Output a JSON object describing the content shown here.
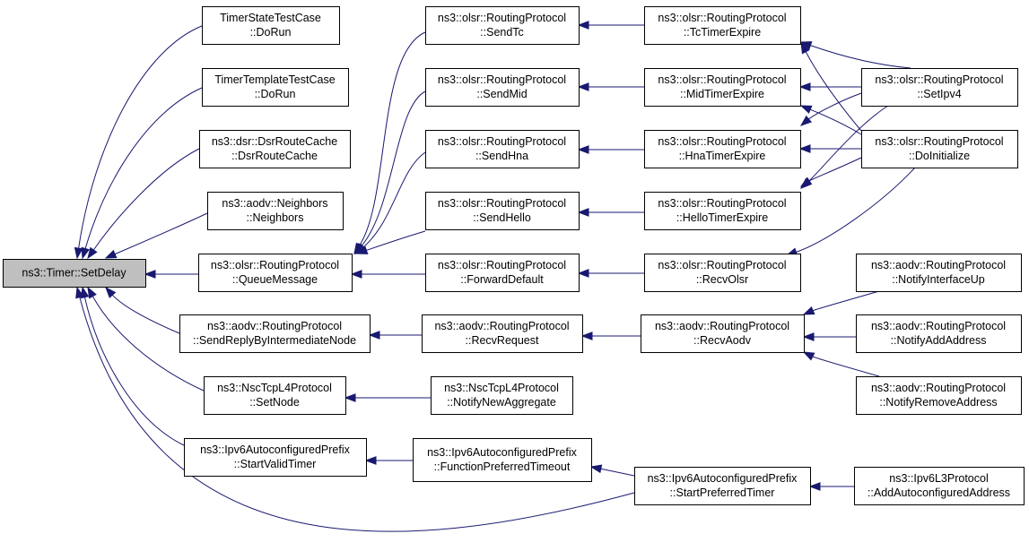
{
  "graph": {
    "edge_color": "#191970",
    "root_fill": "#bfbfbf",
    "nodes": [
      {
        "id": "root",
        "lines": [
          "ns3::Timer::SetDelay"
        ]
      },
      {
        "id": "n1",
        "lines": [
          "TimerStateTestCase",
          "::DoRun"
        ]
      },
      {
        "id": "n2",
        "lines": [
          "TimerTemplateTestCase",
          "::DoRun"
        ]
      },
      {
        "id": "n3",
        "lines": [
          "ns3::dsr::DsrRouteCache",
          "::DsrRouteCache"
        ]
      },
      {
        "id": "n4",
        "lines": [
          "ns3::aodv::Neighbors",
          "::Neighbors"
        ]
      },
      {
        "id": "n5",
        "lines": [
          "ns3::olsr::RoutingProtocol",
          "::QueueMessage"
        ]
      },
      {
        "id": "n6",
        "lines": [
          "ns3::aodv::RoutingProtocol",
          "::SendReplyByIntermediateNode"
        ]
      },
      {
        "id": "n7",
        "lines": [
          "ns3::NscTcpL4Protocol",
          "::SetNode"
        ]
      },
      {
        "id": "n8",
        "lines": [
          "ns3::Ipv6AutoconfiguredPrefix",
          "::StartValidTimer"
        ]
      },
      {
        "id": "n9",
        "lines": [
          "ns3::olsr::RoutingProtocol",
          "::SendTc"
        ]
      },
      {
        "id": "n10",
        "lines": [
          "ns3::olsr::RoutingProtocol",
          "::SendMid"
        ]
      },
      {
        "id": "n11",
        "lines": [
          "ns3::olsr::RoutingProtocol",
          "::SendHna"
        ]
      },
      {
        "id": "n12",
        "lines": [
          "ns3::olsr::RoutingProtocol",
          "::SendHello"
        ]
      },
      {
        "id": "n13",
        "lines": [
          "ns3::olsr::RoutingProtocol",
          "::ForwardDefault"
        ]
      },
      {
        "id": "n14",
        "lines": [
          "ns3::aodv::RoutingProtocol",
          "::RecvRequest"
        ]
      },
      {
        "id": "n15",
        "lines": [
          "ns3::NscTcpL4Protocol",
          "::NotifyNewAggregate"
        ]
      },
      {
        "id": "n16",
        "lines": [
          "ns3::Ipv6AutoconfiguredPrefix",
          "::FunctionPreferredTimeout"
        ]
      },
      {
        "id": "n17",
        "lines": [
          "ns3::olsr::RoutingProtocol",
          "::TcTimerExpire"
        ]
      },
      {
        "id": "n18",
        "lines": [
          "ns3::olsr::RoutingProtocol",
          "::MidTimerExpire"
        ]
      },
      {
        "id": "n19",
        "lines": [
          "ns3::olsr::RoutingProtocol",
          "::HnaTimerExpire"
        ]
      },
      {
        "id": "n20",
        "lines": [
          "ns3::olsr::RoutingProtocol",
          "::HelloTimerExpire"
        ]
      },
      {
        "id": "n21",
        "lines": [
          "ns3::olsr::RoutingProtocol",
          "::RecvOlsr"
        ]
      },
      {
        "id": "n22",
        "lines": [
          "ns3::aodv::RoutingProtocol",
          "::RecvAodv"
        ]
      },
      {
        "id": "n23",
        "lines": [
          "ns3::Ipv6AutoconfiguredPrefix",
          "::StartPreferredTimer"
        ]
      },
      {
        "id": "n24",
        "lines": [
          "ns3::olsr::RoutingProtocol",
          "::SetIpv4"
        ]
      },
      {
        "id": "n25",
        "lines": [
          "ns3::olsr::RoutingProtocol",
          "::DoInitialize"
        ]
      },
      {
        "id": "n26",
        "lines": [
          "ns3::aodv::RoutingProtocol",
          "::NotifyInterfaceUp"
        ]
      },
      {
        "id": "n27",
        "lines": [
          "ns3::aodv::RoutingProtocol",
          "::NotifyAddAddress"
        ]
      },
      {
        "id": "n28",
        "lines": [
          "ns3::aodv::RoutingProtocol",
          "::NotifyRemoveAddress"
        ]
      },
      {
        "id": "n29",
        "lines": [
          "ns3::Ipv6L3Protocol",
          "::AddAutoconfiguredAddress"
        ]
      }
    ],
    "edges": [
      {
        "from": "n1",
        "to": "root"
      },
      {
        "from": "n2",
        "to": "root"
      },
      {
        "from": "n3",
        "to": "root"
      },
      {
        "from": "n4",
        "to": "root"
      },
      {
        "from": "n5",
        "to": "root"
      },
      {
        "from": "n6",
        "to": "root"
      },
      {
        "from": "n7",
        "to": "root"
      },
      {
        "from": "n8",
        "to": "root"
      },
      {
        "from": "n23",
        "to": "root"
      },
      {
        "from": "n9",
        "to": "n5"
      },
      {
        "from": "n10",
        "to": "n5"
      },
      {
        "from": "n11",
        "to": "n5"
      },
      {
        "from": "n12",
        "to": "n5"
      },
      {
        "from": "n13",
        "to": "n5"
      },
      {
        "from": "n14",
        "to": "n6"
      },
      {
        "from": "n15",
        "to": "n7"
      },
      {
        "from": "n16",
        "to": "n8"
      },
      {
        "from": "n17",
        "to": "n9"
      },
      {
        "from": "n18",
        "to": "n10"
      },
      {
        "from": "n19",
        "to": "n11"
      },
      {
        "from": "n20",
        "to": "n12"
      },
      {
        "from": "n21",
        "to": "n13"
      },
      {
        "from": "n22",
        "to": "n14"
      },
      {
        "from": "n23",
        "to": "n16"
      },
      {
        "from": "n24",
        "to": "n17"
      },
      {
        "from": "n25",
        "to": "n17"
      },
      {
        "from": "n24",
        "to": "n18"
      },
      {
        "from": "n25",
        "to": "n18"
      },
      {
        "from": "n24",
        "to": "n19"
      },
      {
        "from": "n25",
        "to": "n19"
      },
      {
        "from": "n24",
        "to": "n20"
      },
      {
        "from": "n25",
        "to": "n20"
      },
      {
        "from": "n25",
        "to": "n21"
      },
      {
        "from": "n26",
        "to": "n22"
      },
      {
        "from": "n27",
        "to": "n22"
      },
      {
        "from": "n28",
        "to": "n22"
      },
      {
        "from": "n29",
        "to": "n23"
      }
    ]
  }
}
